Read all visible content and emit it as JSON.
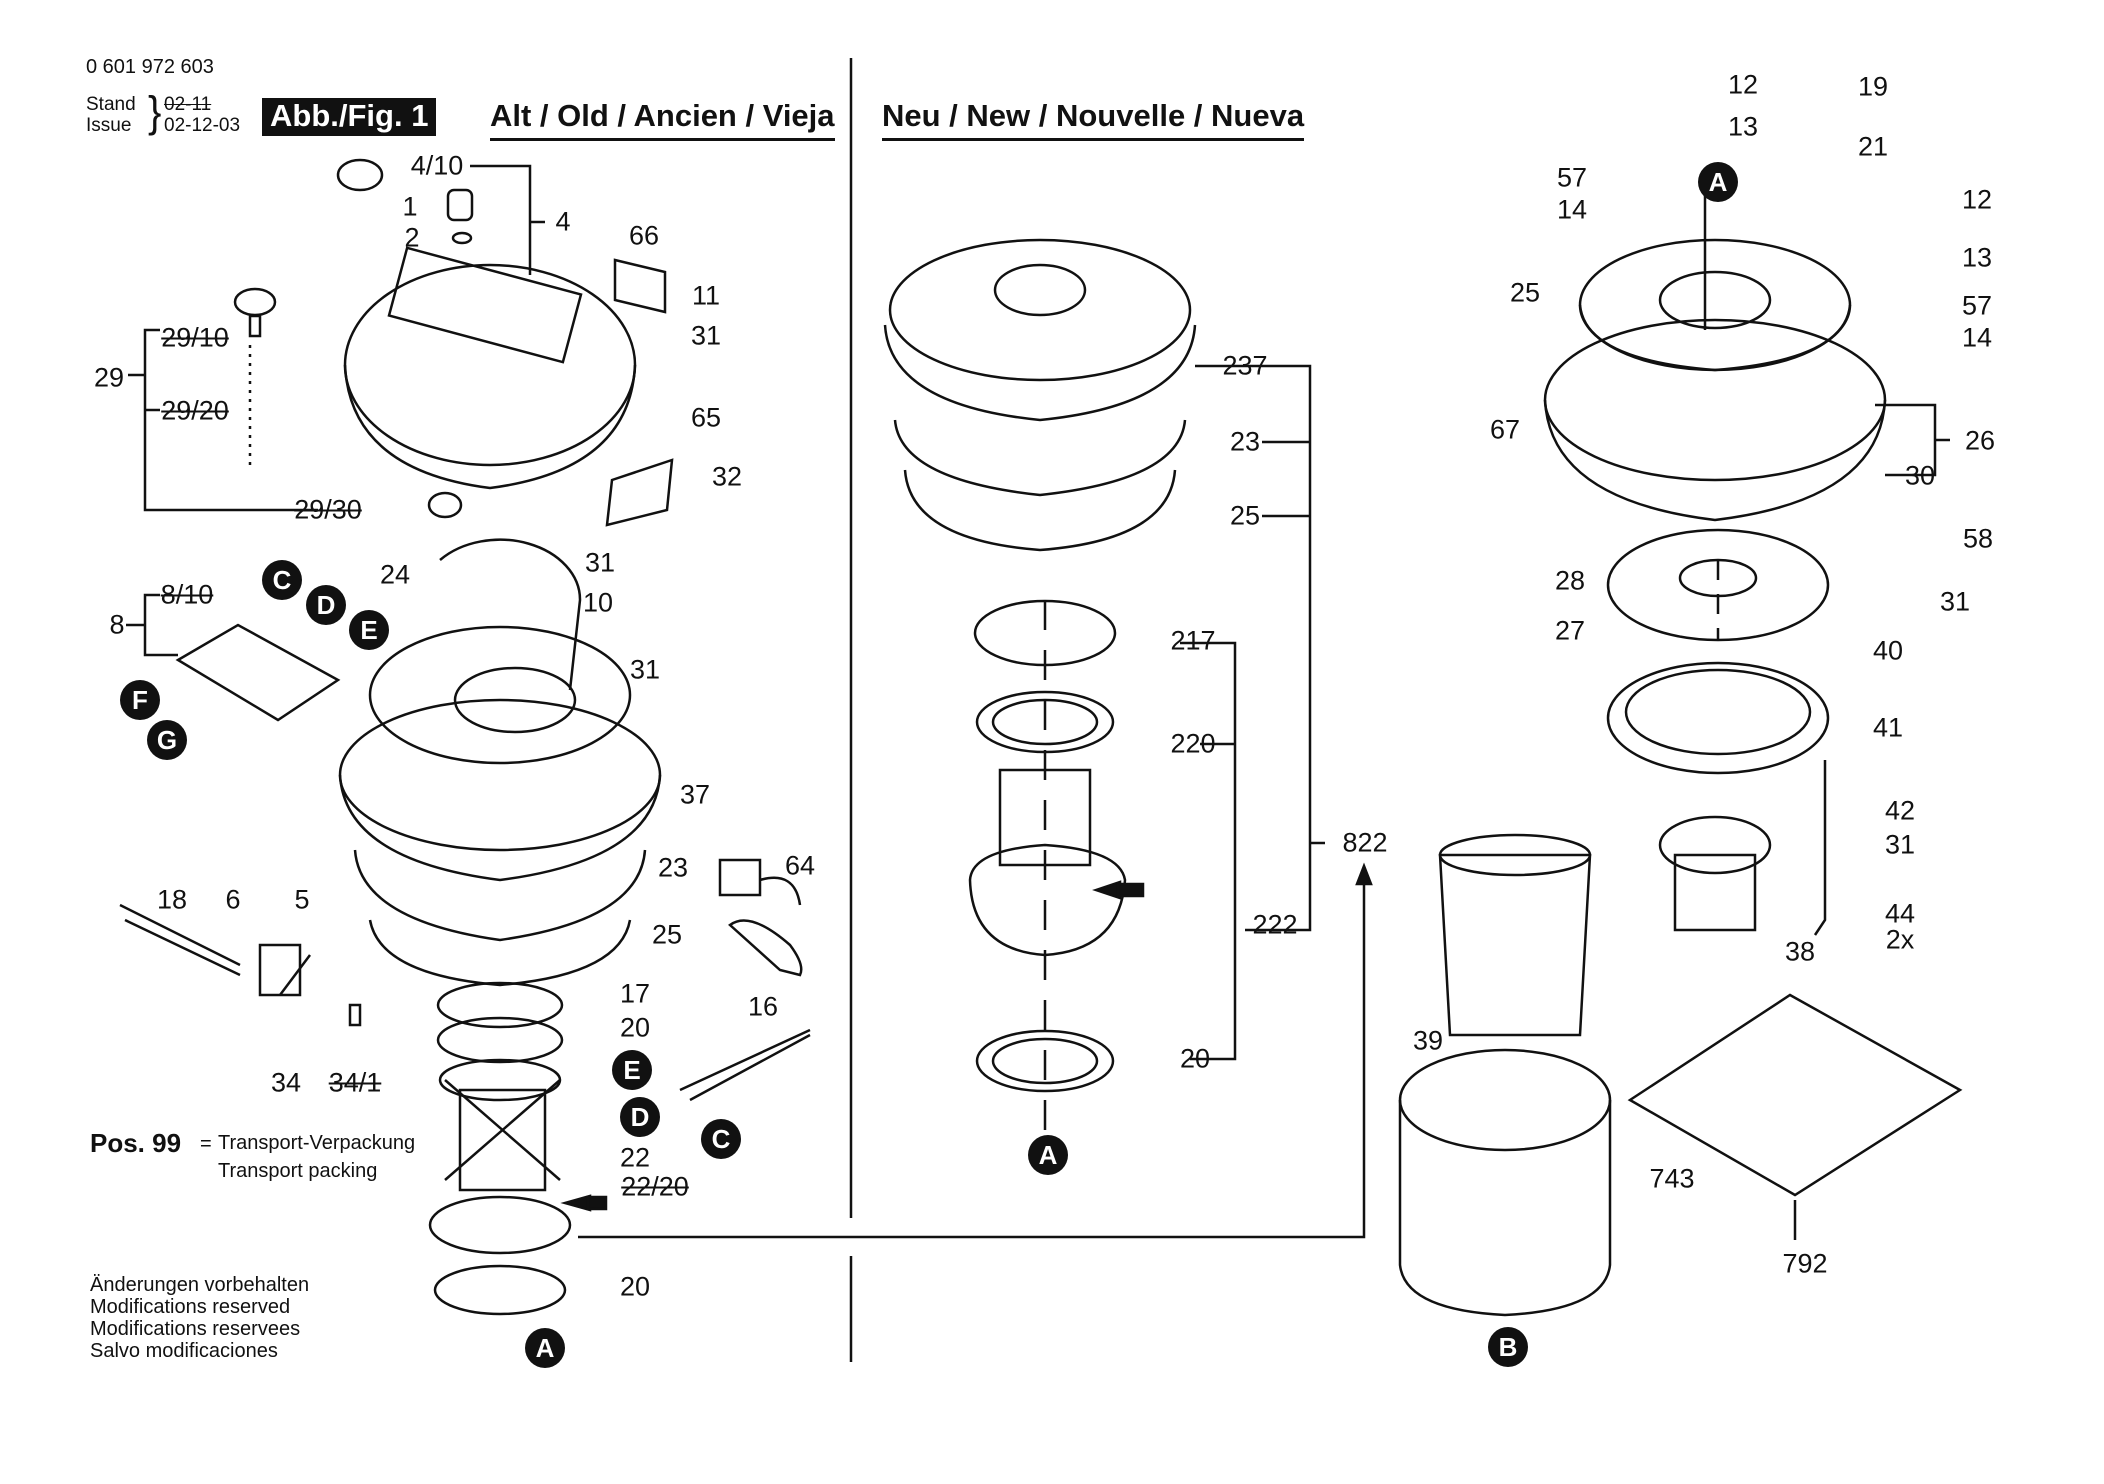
{
  "header": {
    "document_number": "0 601 972 603",
    "stand_label": "Stand",
    "issue_label": "Issue",
    "stand_old_value": "02-11",
    "issue_value": "02-12-03",
    "figure_badge": "Abb./Fig. 1"
  },
  "sections": {
    "old_title": "Alt / Old / Ancien / Vieja",
    "new_title": "Neu / New / Nouvelle / Nueva"
  },
  "notes": {
    "pos99_label": "Pos. 99",
    "pos99_eq": "=",
    "pos99_de": "Transport-Verpackung",
    "pos99_en": "Transport packing",
    "modifications": [
      "Änderungen vorbehalten",
      "Modifications reserved",
      "Modifications reservees",
      "Salvo modificaciones"
    ]
  },
  "callouts_old": [
    {
      "text": "4/10"
    },
    {
      "text": "1"
    },
    {
      "text": "2"
    },
    {
      "text": "4"
    },
    {
      "text": "66"
    },
    {
      "text": "11"
    },
    {
      "text": "31"
    },
    {
      "text": "29/10",
      "struck": true
    },
    {
      "text": "29"
    },
    {
      "text": "29/20",
      "struck": true
    },
    {
      "text": "65"
    },
    {
      "text": "32"
    },
    {
      "text": "29/30",
      "struck": true
    },
    {
      "text": "24"
    },
    {
      "text": "31"
    },
    {
      "text": "10"
    },
    {
      "text": "8/10",
      "struck": true
    },
    {
      "text": "8"
    },
    {
      "text": "31"
    },
    {
      "text": "37"
    },
    {
      "text": "23"
    },
    {
      "text": "64"
    },
    {
      "text": "18"
    },
    {
      "text": "6"
    },
    {
      "text": "5"
    },
    {
      "text": "25"
    },
    {
      "text": "17"
    },
    {
      "text": "16"
    },
    {
      "text": "20"
    },
    {
      "text": "34"
    },
    {
      "text": "34/1",
      "struck": true
    },
    {
      "text": "22"
    },
    {
      "text": "22/20",
      "struck": true
    },
    {
      "text": "20"
    }
  ],
  "callouts_new_middle": [
    {
      "text": "237"
    },
    {
      "text": "23"
    },
    {
      "text": "25"
    },
    {
      "text": "217"
    },
    {
      "text": "220"
    },
    {
      "text": "822"
    },
    {
      "text": "222"
    },
    {
      "text": "20"
    }
  ],
  "callouts_new_right": [
    {
      "text": "12"
    },
    {
      "text": "19"
    },
    {
      "text": "13"
    },
    {
      "text": "21"
    },
    {
      "text": "57"
    },
    {
      "text": "14"
    },
    {
      "text": "12"
    },
    {
      "text": "25"
    },
    {
      "text": "13"
    },
    {
      "text": "57"
    },
    {
      "text": "14"
    },
    {
      "text": "67"
    },
    {
      "text": "26"
    },
    {
      "text": "30"
    },
    {
      "text": "58"
    },
    {
      "text": "28"
    },
    {
      "text": "31"
    },
    {
      "text": "27"
    },
    {
      "text": "40"
    },
    {
      "text": "41"
    },
    {
      "text": "42"
    },
    {
      "text": "31"
    },
    {
      "text": "44"
    },
    {
      "text": "2x"
    },
    {
      "text": "38"
    },
    {
      "text": "39"
    },
    {
      "text": "743"
    },
    {
      "text": "792"
    }
  ],
  "connector_markers": [
    {
      "letter": "C"
    },
    {
      "letter": "D"
    },
    {
      "letter": "E"
    },
    {
      "letter": "F"
    },
    {
      "letter": "G"
    },
    {
      "letter": "E"
    },
    {
      "letter": "D"
    },
    {
      "letter": "C"
    },
    {
      "letter": "A"
    },
    {
      "letter": "A"
    },
    {
      "letter": "A"
    },
    {
      "letter": "B"
    }
  ]
}
